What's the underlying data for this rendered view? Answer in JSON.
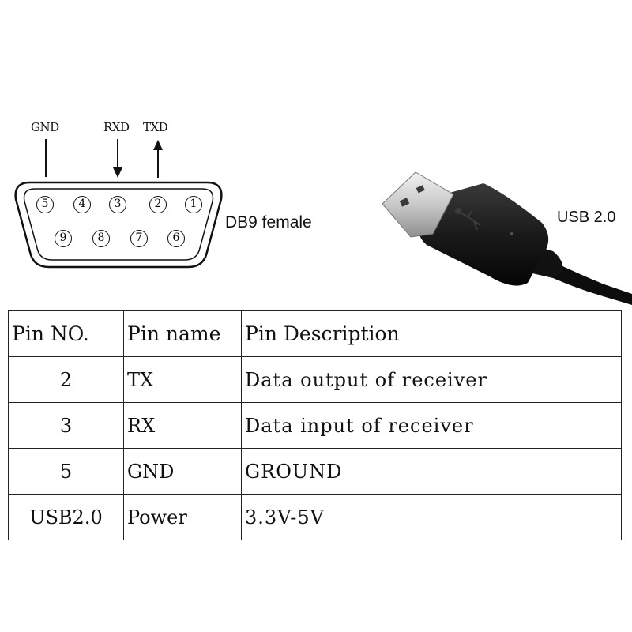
{
  "connector": {
    "signals": {
      "gnd": "GND",
      "rxd": "RXD",
      "txd": "TXD"
    },
    "pins_top": [
      "5",
      "4",
      "3",
      "2",
      "1"
    ],
    "pins_bottom": [
      "9",
      "8",
      "7",
      "6"
    ],
    "label": "DB9 female"
  },
  "usb": {
    "label": "USB 2.0"
  },
  "table": {
    "headers": [
      "Pin NO.",
      "Pin name",
      "Pin Description"
    ],
    "rows": [
      [
        "2",
        "TX",
        "Data output of receiver"
      ],
      [
        "3",
        "RX",
        "Data input of receiver"
      ],
      [
        "5",
        "GND",
        "GROUND"
      ],
      [
        "USB2.0",
        "Power",
        "3.3V-5V"
      ]
    ]
  }
}
